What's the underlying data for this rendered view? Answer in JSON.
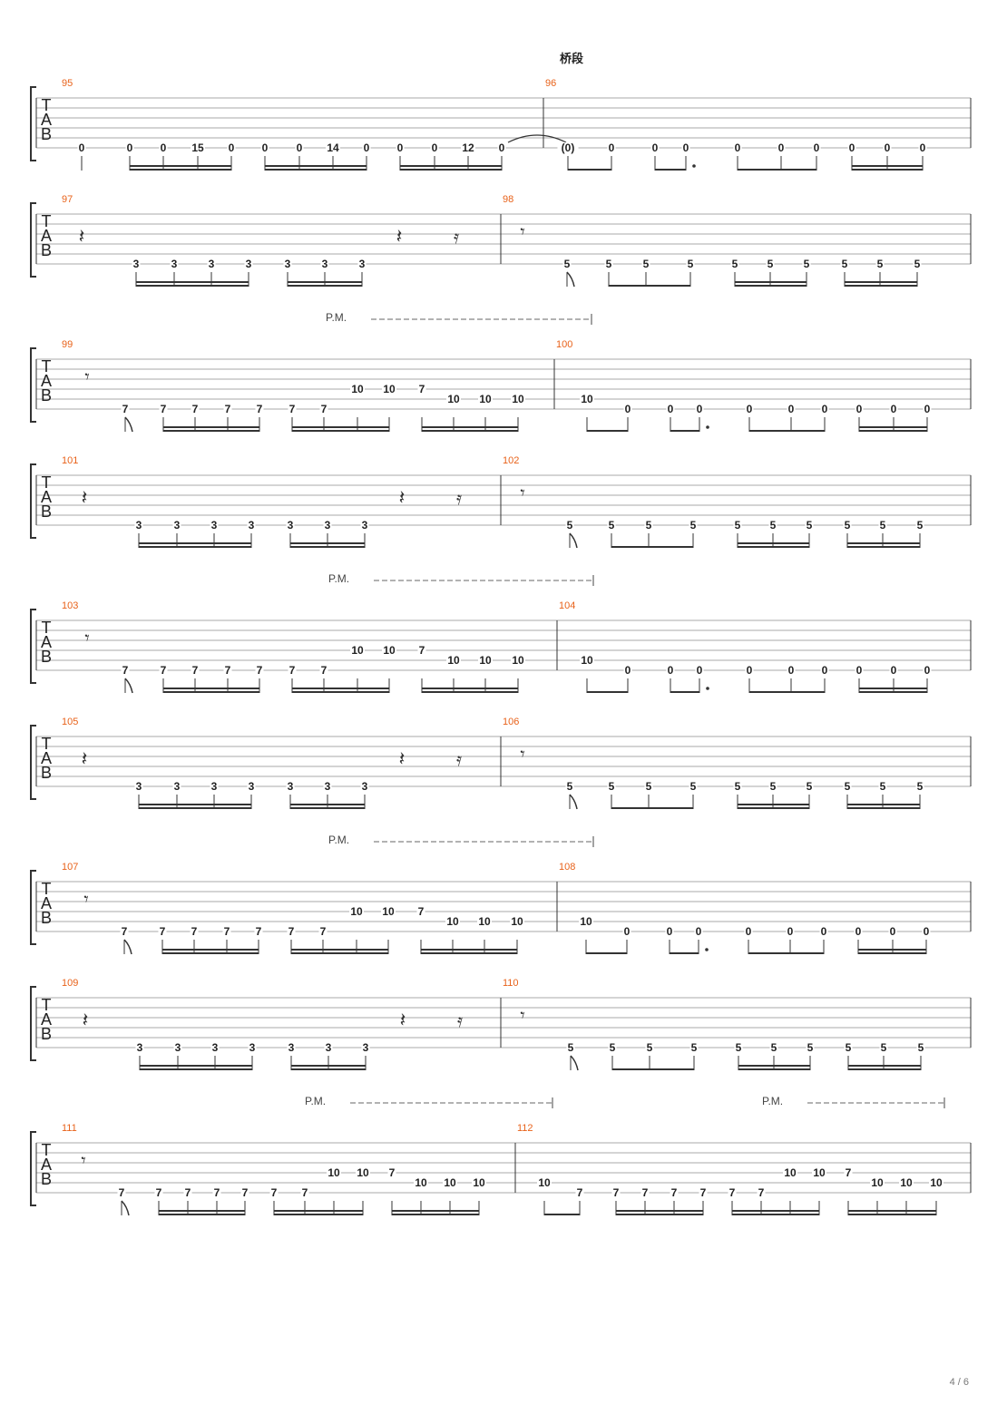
{
  "section_title": "桥段",
  "page_number": "4 / 6",
  "clef": [
    "T",
    "A",
    "B"
  ],
  "palm_mute_label": "P.M.",
  "colors": {
    "measure_number": "#e8621a",
    "notes": "#222222",
    "staff_lines": "#aaaaaa"
  },
  "systems": [
    {
      "measures": [
        {
          "number": "95",
          "notes": [
            "0",
            "0",
            "0",
            "15",
            "0",
            "0",
            "0",
            "14",
            "0",
            "0",
            "0",
            "12",
            "0"
          ]
        },
        {
          "number": "96",
          "notes": [
            "(0)",
            "0",
            "0",
            "0",
            "0",
            "0",
            "0",
            "0",
            "0",
            "0"
          ]
        }
      ]
    },
    {
      "measures": [
        {
          "number": "97",
          "notes": [
            "3",
            "3",
            "3",
            "3",
            "3",
            "3",
            "3"
          ]
        },
        {
          "number": "98",
          "notes": [
            "5",
            "5",
            "5",
            "5",
            "5",
            "5",
            "5",
            "5",
            "5",
            "5"
          ]
        }
      ]
    },
    {
      "palm_mutes": 1,
      "measures": [
        {
          "number": "99",
          "notes": [
            "7",
            "7",
            "7",
            "7",
            "7",
            "7",
            "7",
            "10",
            "10",
            "7",
            "10",
            "10",
            "10"
          ]
        },
        {
          "number": "100",
          "notes": [
            "10",
            "0",
            "0",
            "0",
            "0",
            "0",
            "0",
            "0",
            "0",
            "0"
          ]
        }
      ]
    },
    {
      "measures": [
        {
          "number": "101",
          "notes": [
            "3",
            "3",
            "3",
            "3",
            "3",
            "3",
            "3"
          ]
        },
        {
          "number": "102",
          "notes": [
            "5",
            "5",
            "5",
            "5",
            "5",
            "5",
            "5",
            "5",
            "5",
            "5"
          ]
        }
      ]
    },
    {
      "palm_mutes": 1,
      "measures": [
        {
          "number": "103",
          "notes": [
            "7",
            "7",
            "7",
            "7",
            "7",
            "7",
            "7",
            "10",
            "10",
            "7",
            "10",
            "10",
            "10"
          ]
        },
        {
          "number": "104",
          "notes": [
            "10",
            "0",
            "0",
            "0",
            "0",
            "0",
            "0",
            "0",
            "0",
            "0"
          ]
        }
      ]
    },
    {
      "measures": [
        {
          "number": "105",
          "notes": [
            "3",
            "3",
            "3",
            "3",
            "3",
            "3",
            "3"
          ]
        },
        {
          "number": "106",
          "notes": [
            "5",
            "5",
            "5",
            "5",
            "5",
            "5",
            "5",
            "5",
            "5",
            "5"
          ]
        }
      ]
    },
    {
      "palm_mutes": 1,
      "measures": [
        {
          "number": "107",
          "notes": [
            "7",
            "7",
            "7",
            "7",
            "7",
            "7",
            "7",
            "10",
            "10",
            "7",
            "10",
            "10",
            "10"
          ]
        },
        {
          "number": "108",
          "notes": [
            "10",
            "0",
            "0",
            "0",
            "0",
            "0",
            "0",
            "0",
            "0",
            "0"
          ]
        }
      ]
    },
    {
      "measures": [
        {
          "number": "109",
          "notes": [
            "3",
            "3",
            "3",
            "3",
            "3",
            "3",
            "3"
          ]
        },
        {
          "number": "110",
          "notes": [
            "5",
            "5",
            "5",
            "5",
            "5",
            "5",
            "5",
            "5",
            "5",
            "5"
          ]
        }
      ]
    },
    {
      "palm_mutes": 2,
      "measures": [
        {
          "number": "111",
          "notes": [
            "7",
            "7",
            "7",
            "7",
            "7",
            "7",
            "7",
            "10",
            "10",
            "7",
            "10",
            "10",
            "10"
          ]
        },
        {
          "number": "112",
          "notes": [
            "10",
            "7",
            "7",
            "7",
            "7",
            "7",
            "7",
            "7",
            "10",
            "10",
            "7",
            "10",
            "10",
            "10"
          ]
        }
      ]
    }
  ]
}
